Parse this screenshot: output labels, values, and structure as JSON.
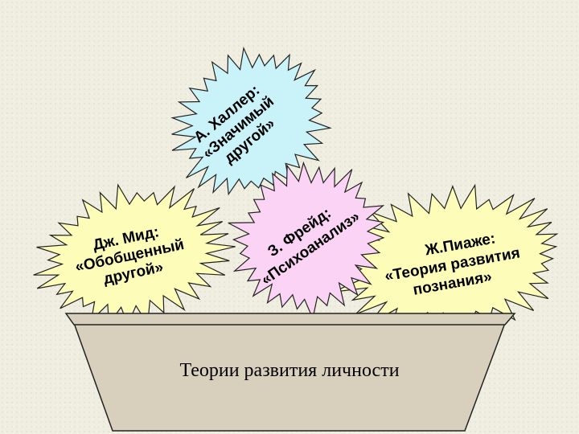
{
  "bowl": {
    "title": "Теории развития личности"
  },
  "theories": {
    "haller": {
      "lines": [
        "А. Халлер:",
        "«Значимый",
        "другой»"
      ],
      "color": "#c9f3f9"
    },
    "freud": {
      "lines": [
        "З. Фрейд:",
        "«Психоанализ»"
      ],
      "color": "#fbd3f5"
    },
    "mead": {
      "lines": [
        "Дж. Мид:",
        "«Обобщенный",
        "другой»"
      ],
      "color": "#fdfcb8"
    },
    "piaget": {
      "lines": [
        "Ж.Пиаже:",
        "«Теория развития",
        "познания»"
      ],
      "color": "#fdfcb8"
    }
  },
  "colors": {
    "bowl": "#d9cfbd",
    "outline": "#222222"
  }
}
